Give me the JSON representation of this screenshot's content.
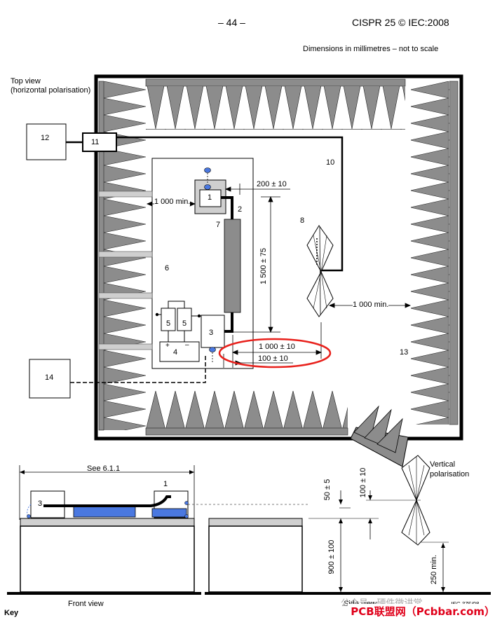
{
  "header": {
    "page_number": "– 44 –",
    "standard": "CISPR 25 © IEC:2008",
    "note": "Dimensions in millimetres – not to scale"
  },
  "top_view": {
    "caption": "Top view\n(horizontal polarisation)",
    "labels": {
      "n1": "1",
      "n2": "2",
      "n3": "3",
      "n4": "4",
      "n5a": "5",
      "n5b": "5",
      "n6": "6",
      "n7": "7",
      "n8": "8",
      "n10": "10",
      "n11": "11",
      "n12": "12",
      "n13": "13",
      "n14": "14"
    },
    "dims": {
      "d200": "200 ± 10",
      "d1000min_left": "1 000 min.",
      "d1500": "1 500 ± 75",
      "d1000min_right": "1 000 min.",
      "d1000": "1 000 ± 10",
      "d100": "100 ± 10"
    },
    "battery_plus": "+",
    "battery_minus": "–",
    "highlight_color": "#e8211c"
  },
  "front_view": {
    "caption": "Front view",
    "see": "See 6.1.1",
    "n1": "1",
    "n3": "3",
    "d50": "50 ± 5",
    "d900": "900 ± 100"
  },
  "side_view": {
    "caption": "Side view",
    "vertical": "Vertical\npolarisation",
    "d100": "100 ± 10",
    "d250": "250 min.",
    "iec_ref": "IEC  375/08"
  },
  "key_label": "Key",
  "watermark": {
    "faint": "公众号 · 硬件微讲堂",
    "brand": "PCB联盟网（Pcbbar.com）"
  },
  "colors": {
    "absorber": "#8c8c8c",
    "blue_fill": "#4a78e0",
    "gray_fill": "#d0d0d0",
    "highlight": "#e8211c"
  }
}
